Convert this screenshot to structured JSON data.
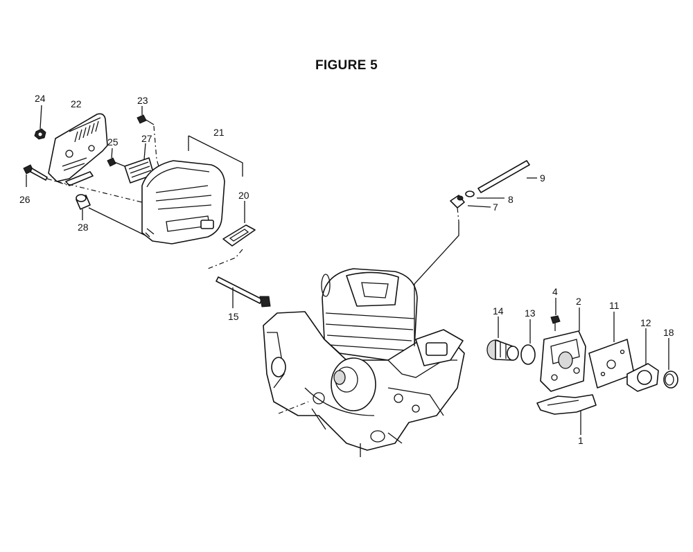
{
  "figure_title": "FIGURE 5",
  "callouts": {
    "c1": "1",
    "c2": "2",
    "c4": "4",
    "c7": "7",
    "c8": "8",
    "c9": "9",
    "c11": "11",
    "c12": "12",
    "c13": "13",
    "c14": "14",
    "c15": "15",
    "c18": "18",
    "c20": "20",
    "c21": "21",
    "c22": "22",
    "c23": "23",
    "c24": "24",
    "c25": "25",
    "c26": "26",
    "c27": "27",
    "c28": "28"
  }
}
